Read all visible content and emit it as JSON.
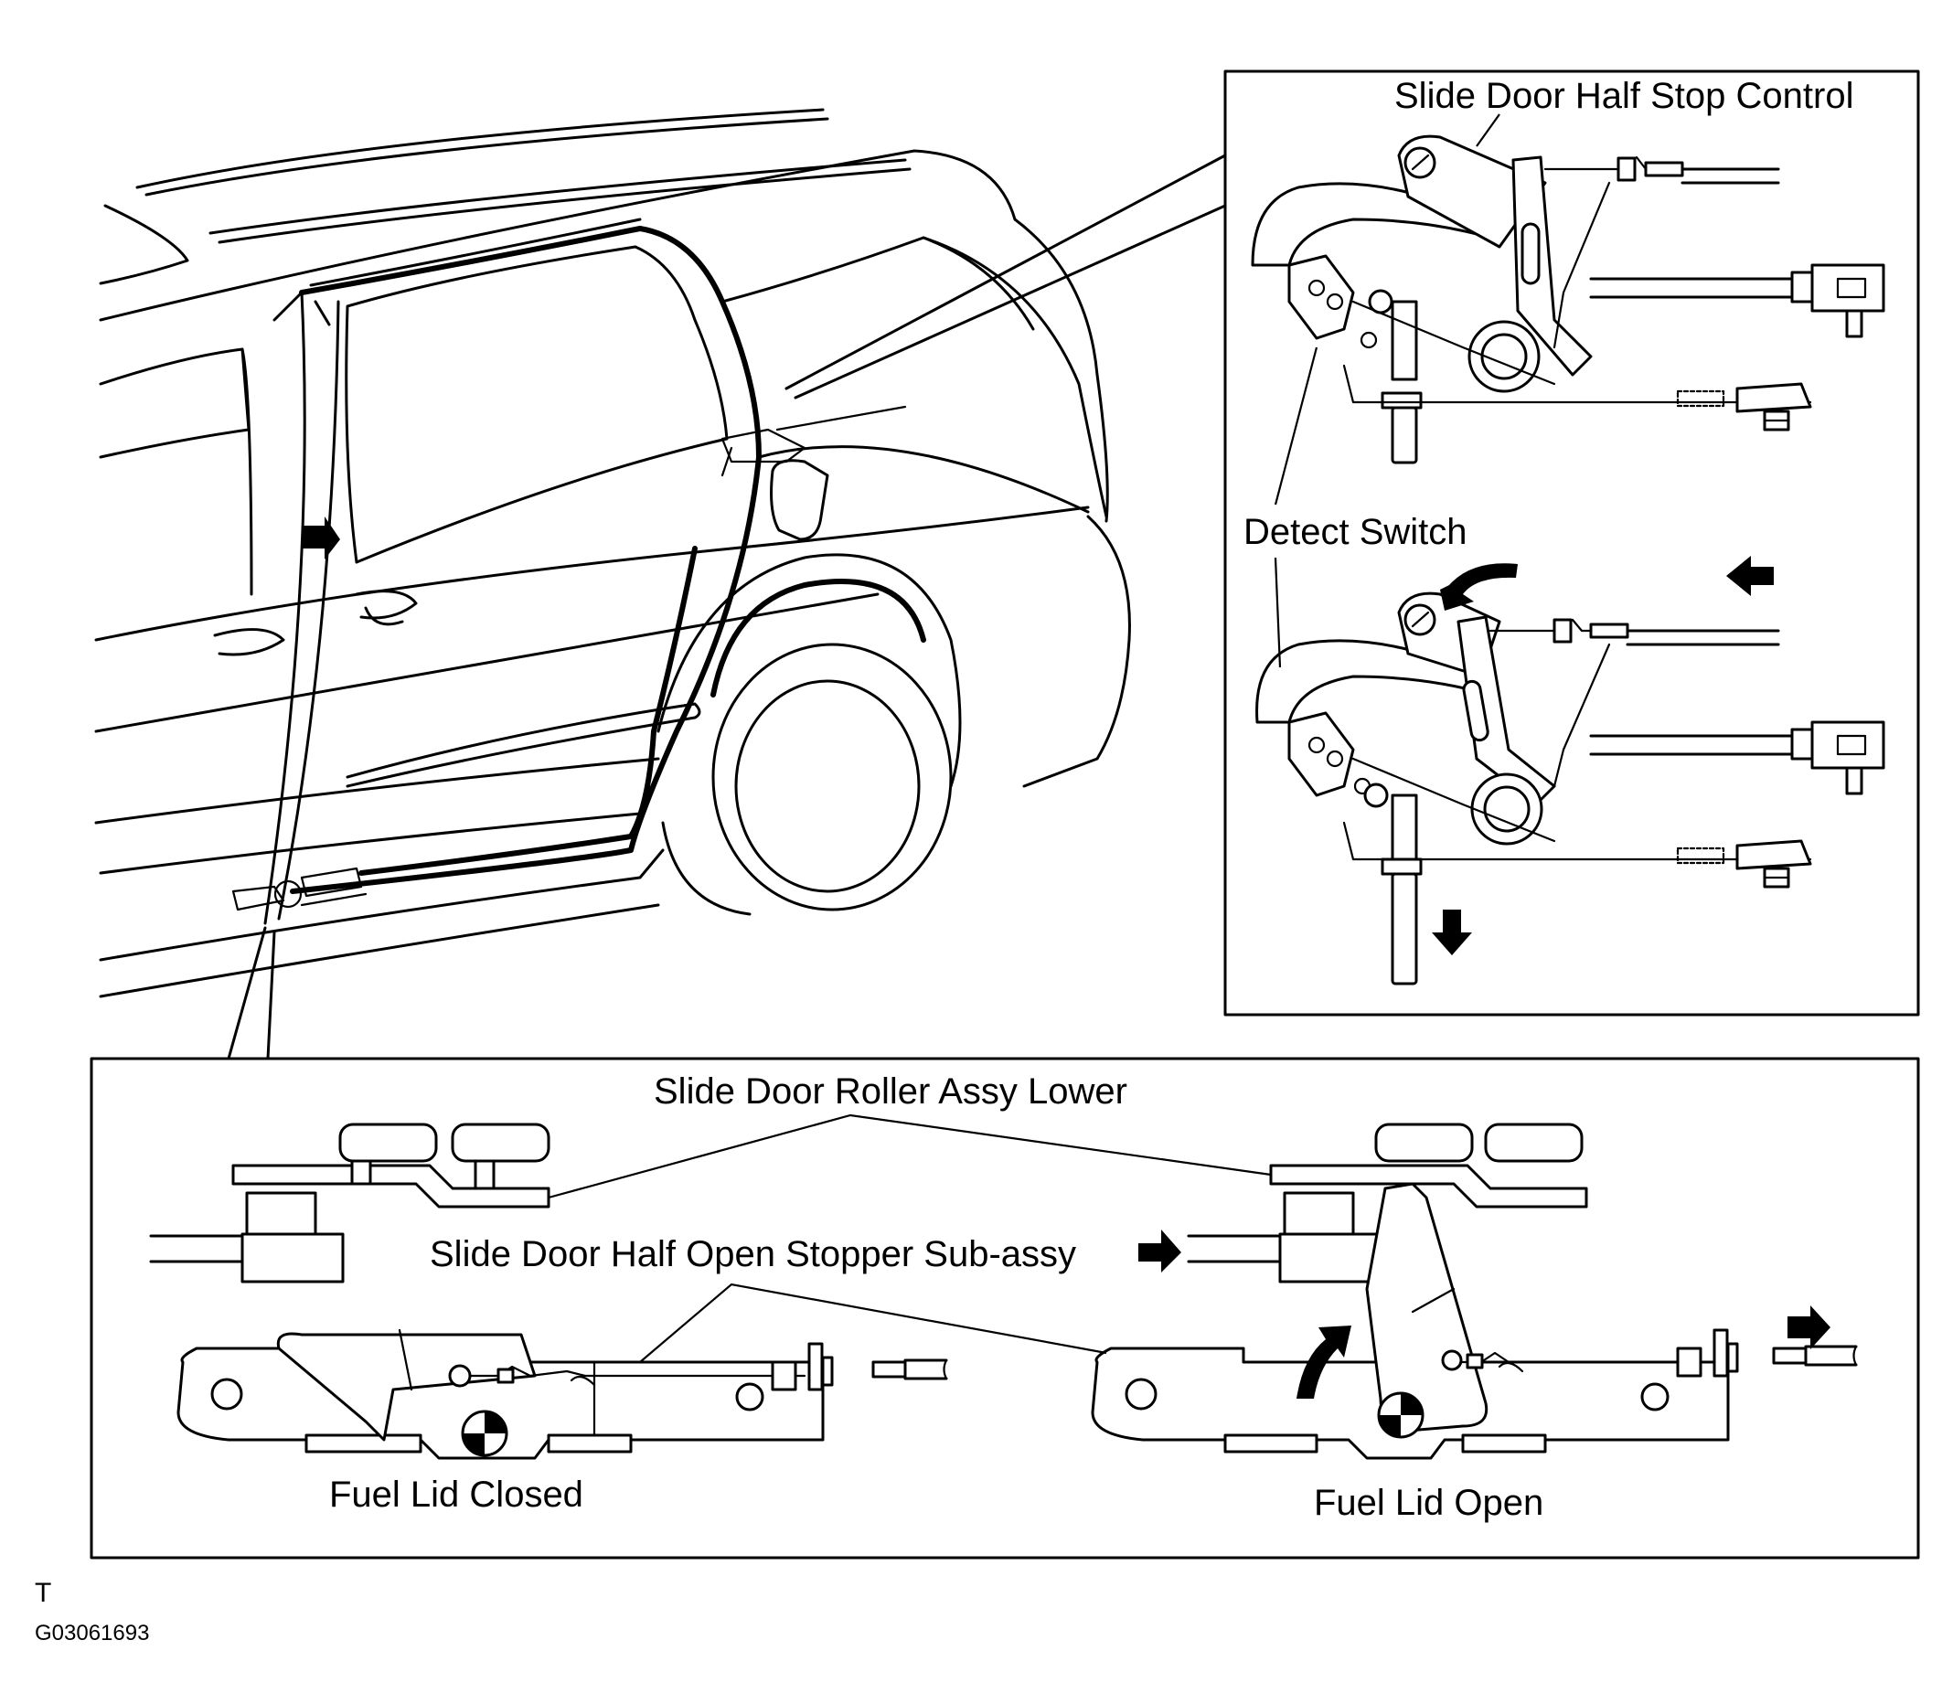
{
  "labels": {
    "half_stop_control": "Slide Door Half Stop Control",
    "detect_switch": "Detect Switch",
    "roller_assy_lower": "Slide Door Roller Assy Lower",
    "half_open_stopper": "Slide Door Half Open Stopper Sub-assy",
    "fuel_lid_closed": "Fuel Lid Closed",
    "fuel_lid_open": "Fuel Lid Open"
  },
  "footer": {
    "mark": "T",
    "figure_code": "G03061693"
  }
}
